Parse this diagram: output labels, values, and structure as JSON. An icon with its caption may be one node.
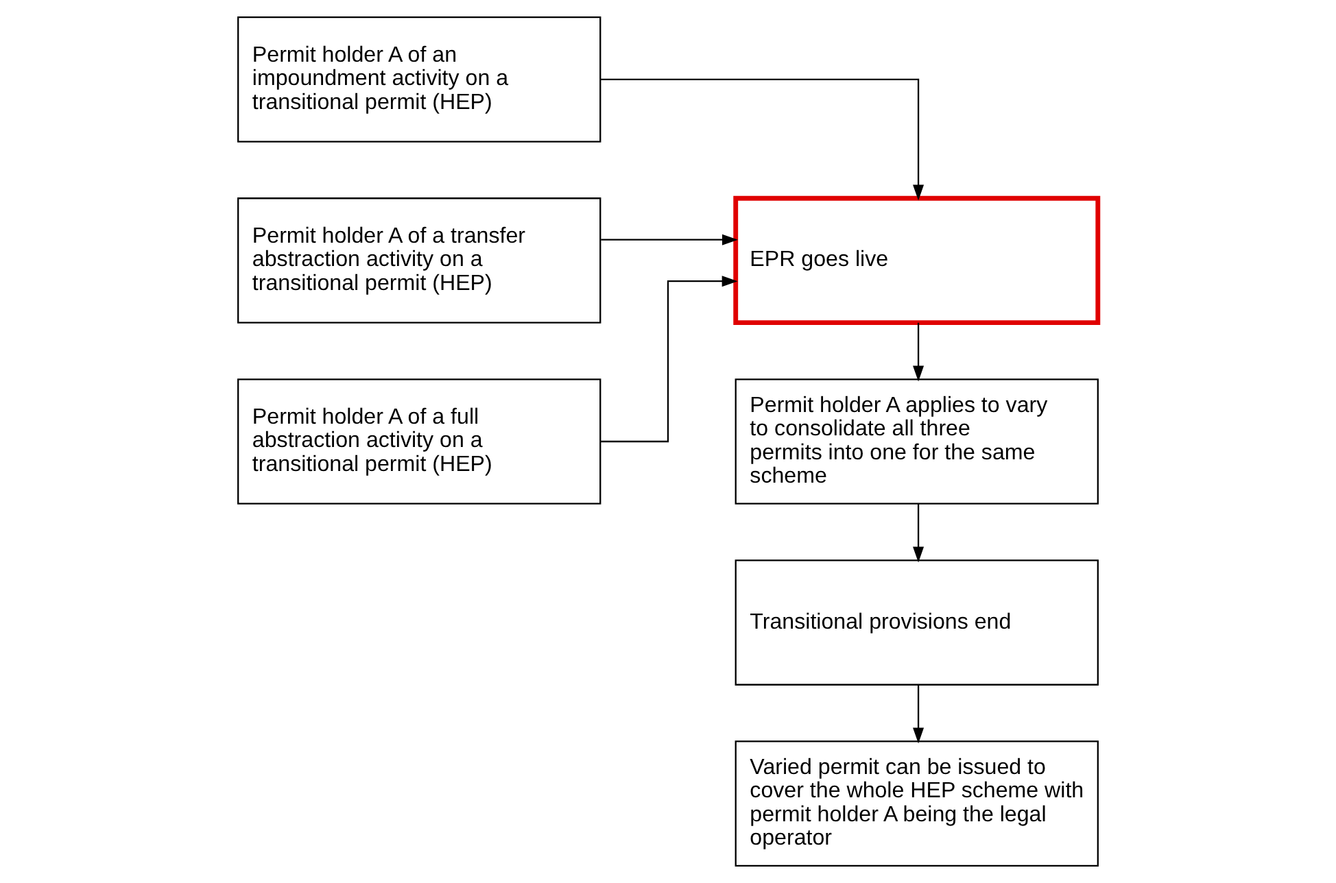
{
  "diagram": {
    "nodes": [
      {
        "text": [
          "Permit holder A of an impoundment activity on a transitional permit (HEP)"
        ]
      },
      {
        "text": [
          "Permit holder A of a transfer abstraction activity on a transitional permit (HEP)"
        ]
      },
      {
        "text": [
          "Permit holder A of a full abstraction activity on a transitional permit (HEP)"
        ]
      },
      {
        "text": [
          "EPR goes live"
        ]
      },
      {
        "text": [
          "Permit holder A applies to vary to consolidate all three permits into one for the same scheme"
        ]
      },
      {
        "text": [
          "Transitional provisions end"
        ]
      },
      {
        "text": [
          "Varied permit can be issued to cover the whole HEP scheme with permit holder A being the legal operator"
        ]
      }
    ],
    "edges": [
      {
        "from": 0,
        "to": 3,
        "arrow": "to"
      },
      {
        "from": 1,
        "to": 3,
        "arrow": "to"
      },
      {
        "from": 2,
        "to": 3,
        "arrow": "to"
      },
      {
        "from": 3,
        "to": 4,
        "arrow": "to"
      },
      {
        "from": 4,
        "to": 5,
        "arrow": "to"
      },
      {
        "from": 5,
        "to": 6,
        "arrow": "to"
      }
    ]
  }
}
